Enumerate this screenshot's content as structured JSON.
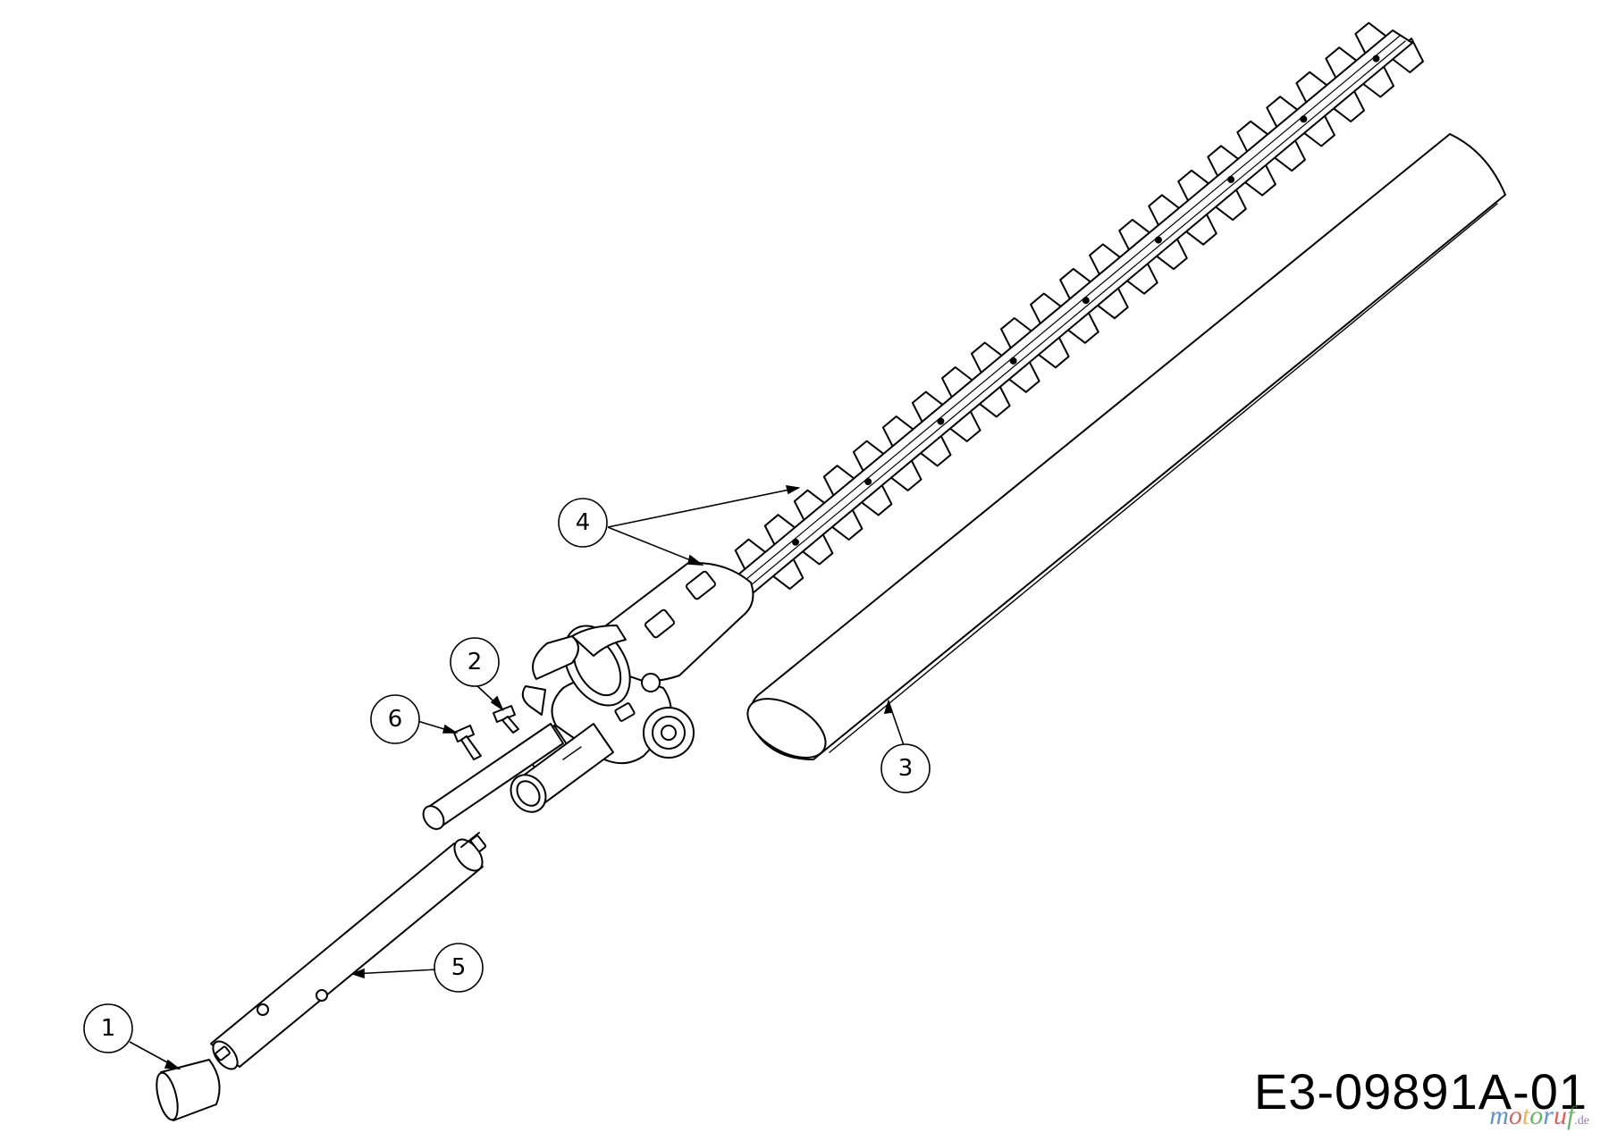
{
  "callouts": [
    {
      "id": "c1",
      "label": "1"
    },
    {
      "id": "c2",
      "label": "2"
    },
    {
      "id": "c3",
      "label": "3"
    },
    {
      "id": "c4",
      "label": "4"
    },
    {
      "id": "c5",
      "label": "5"
    },
    {
      "id": "c6",
      "label": "6"
    }
  ],
  "drawing_id": "E3-09891A-01",
  "watermark": {
    "letters": [
      {
        "ch": "m",
        "color": "#2a6fb8"
      },
      {
        "ch": "o",
        "color": "#c8302c"
      },
      {
        "ch": "t",
        "color": "#e0a020"
      },
      {
        "ch": "o",
        "color": "#3a9a3a"
      },
      {
        "ch": "r",
        "color": "#2a6fb8"
      },
      {
        "ch": "u",
        "color": "#c8302c"
      },
      {
        "ch": "f",
        "color": "#3a9a3a"
      }
    ],
    "suffix": ".de"
  },
  "colors": {
    "line": "#000000",
    "background": "#ffffff",
    "blade_fill": "#ffffff"
  }
}
